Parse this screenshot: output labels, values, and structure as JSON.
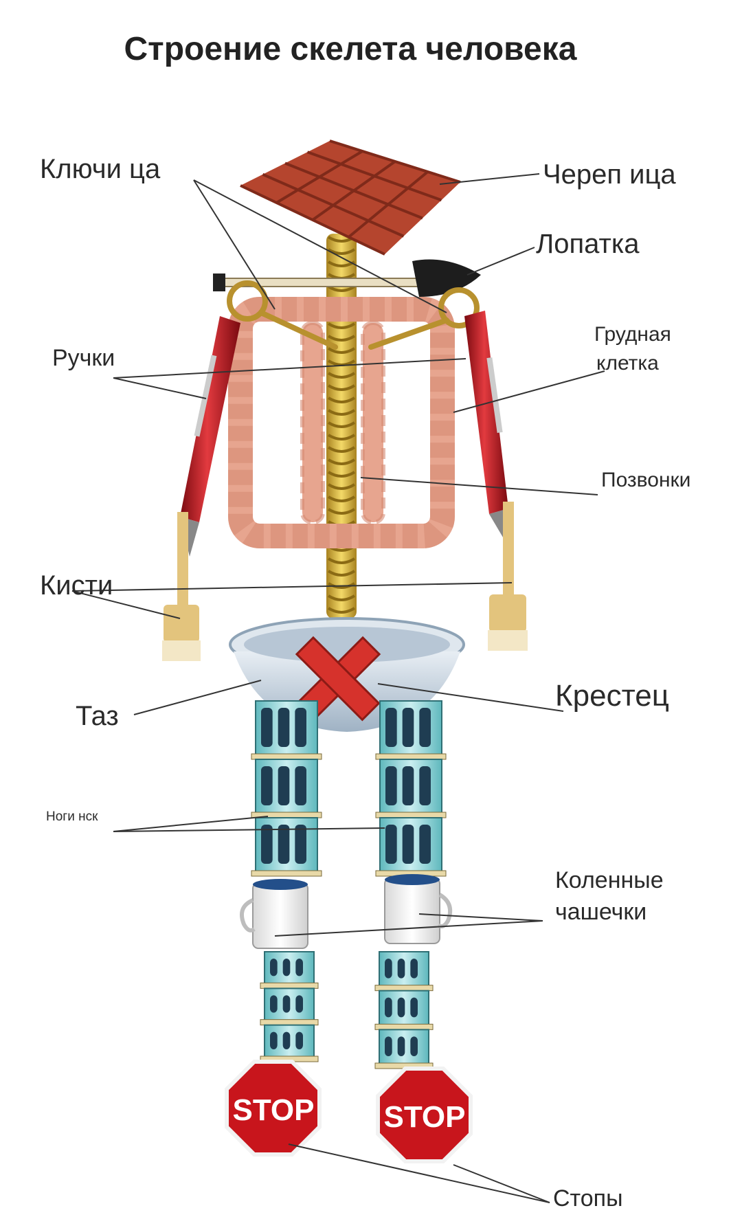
{
  "title": "Строение скелета человека",
  "labels": {
    "keys": "Ключи ца",
    "skull": "Череп ица",
    "shoulder_blade": "Лопатка",
    "handles": "Ручки",
    "ribcage_line1": "Грудная",
    "ribcage_line2": "клетка",
    "vertebrae": "Позвонки",
    "hands": "Кисти",
    "pelvis": "Таз",
    "sacrum": "Крестец",
    "legs": "Ноги нск",
    "kneecaps_line1": "Коленные",
    "kneecaps_line2": "чашечки",
    "feet": "Стопы"
  },
  "signs": {
    "stop_left": "STOP",
    "stop_right": "STOP"
  },
  "colors": {
    "roof_tile": "#b5452e",
    "spine_gold": "#d9b53a",
    "sausage": "#e7a58f",
    "pen_red": "#b3121c",
    "brush_wood": "#e3c47d",
    "bowl": "#c7d4df",
    "cross_red": "#d6322c",
    "tower_blue": "#8fd3d6",
    "mug_white": "#f4f4f4",
    "stop_red": "#c8151c"
  }
}
